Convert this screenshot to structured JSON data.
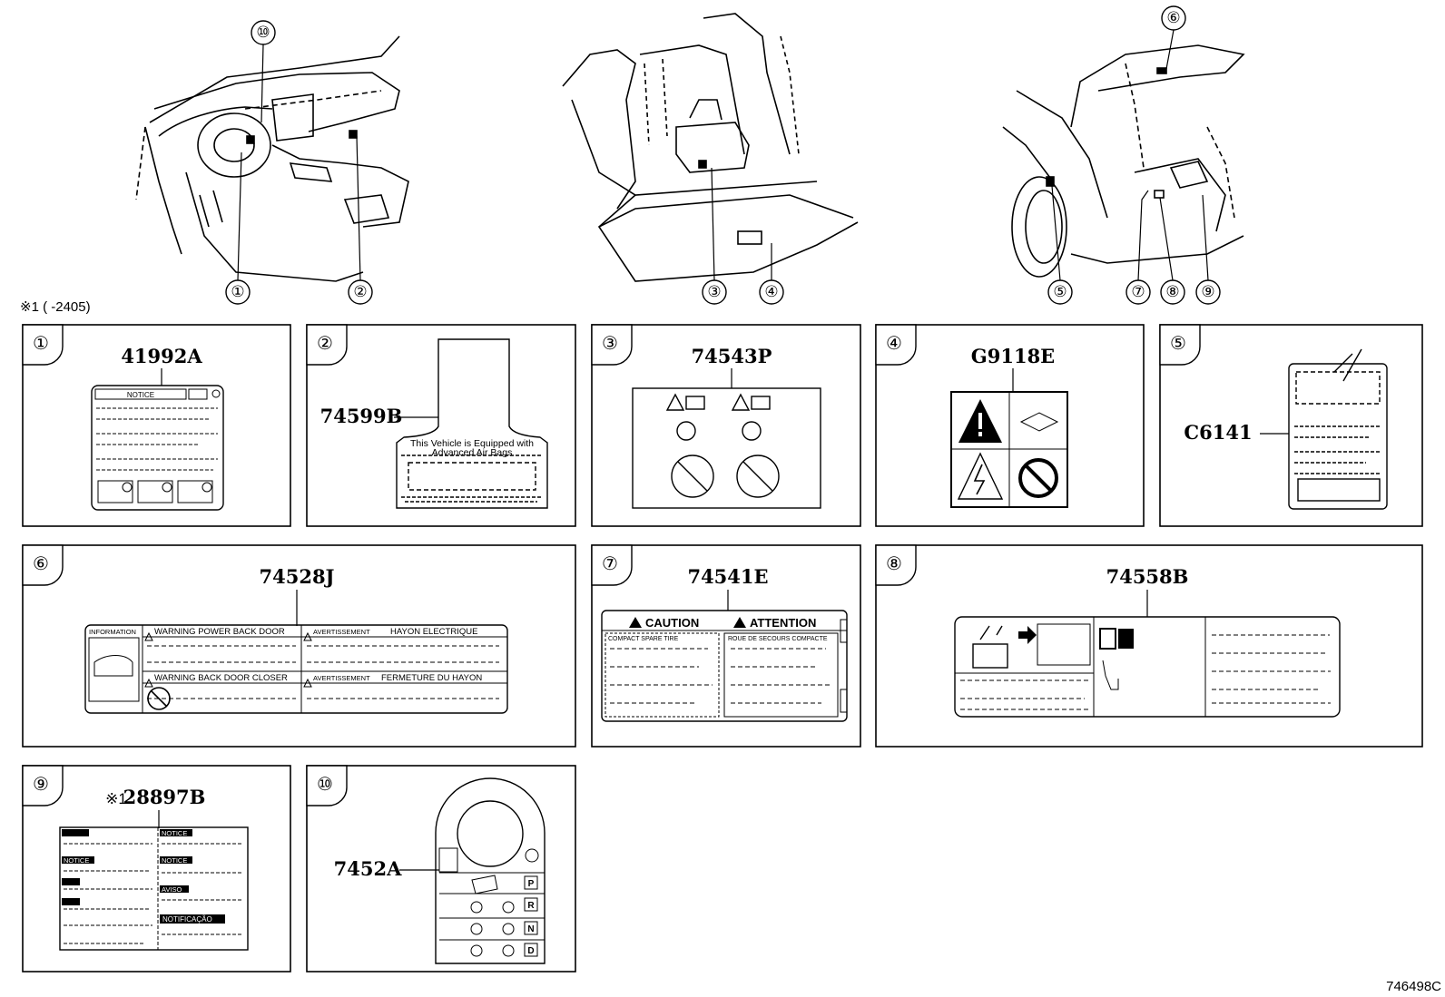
{
  "note": "※1 (      -2405)",
  "figure_id": "746498C",
  "callouts": [
    "①",
    "②",
    "③",
    "④",
    "⑤",
    "⑥",
    "⑦",
    "⑧",
    "⑨",
    "⑩"
  ],
  "panels": {
    "p1": {
      "number": "①",
      "part": "41992A",
      "label_header": "NOTICE"
    },
    "p2": {
      "number": "②",
      "part": "74599B",
      "text_line1": "This Vehicle is Equipped with",
      "text_line2": "Advanced Air Bags"
    },
    "p3": {
      "number": "③",
      "part": "74543P"
    },
    "p4": {
      "number": "④",
      "part": "G9118E"
    },
    "p5": {
      "number": "⑤",
      "part": "C6141"
    },
    "p6": {
      "number": "⑥",
      "part": "74528J",
      "info": "INFORMATION",
      "w1": "WARNING POWER BACK DOOR",
      "a1": "AVERTISSEMENT",
      "f1": "HAYON ELECTRIQUE",
      "w2": "WARNING BACK DOOR CLOSER",
      "a2": "AVERTISSEMENT",
      "f2": "FERMETURE DU HAYON"
    },
    "p7": {
      "number": "⑦",
      "part": "74541E",
      "caution": "CAUTION",
      "attention": "ATTENTION",
      "en": "COMPACT SPARE TIRE",
      "fr": "ROUE DE SECOURS COMPACTE"
    },
    "p8": {
      "number": "⑧",
      "part": "74558B"
    },
    "p9": {
      "number": "⑨",
      "prefix": "※1",
      "part": "28897B",
      "n1": "NOTICE",
      "n2": "NOTICE",
      "n3": "NOTICE",
      "n4": "AVISO",
      "n5": "NOTIFICAÇÃO"
    },
    "p10": {
      "number": "⑩",
      "part": "7452A",
      "gears": [
        "P",
        "R",
        "N",
        "D"
      ]
    }
  },
  "icons": [
    "warning-triangle-icon",
    "manual-book-icon",
    "no-hand-icon",
    "electric-shock-icon",
    "battery-icon",
    "finger-icon"
  ]
}
